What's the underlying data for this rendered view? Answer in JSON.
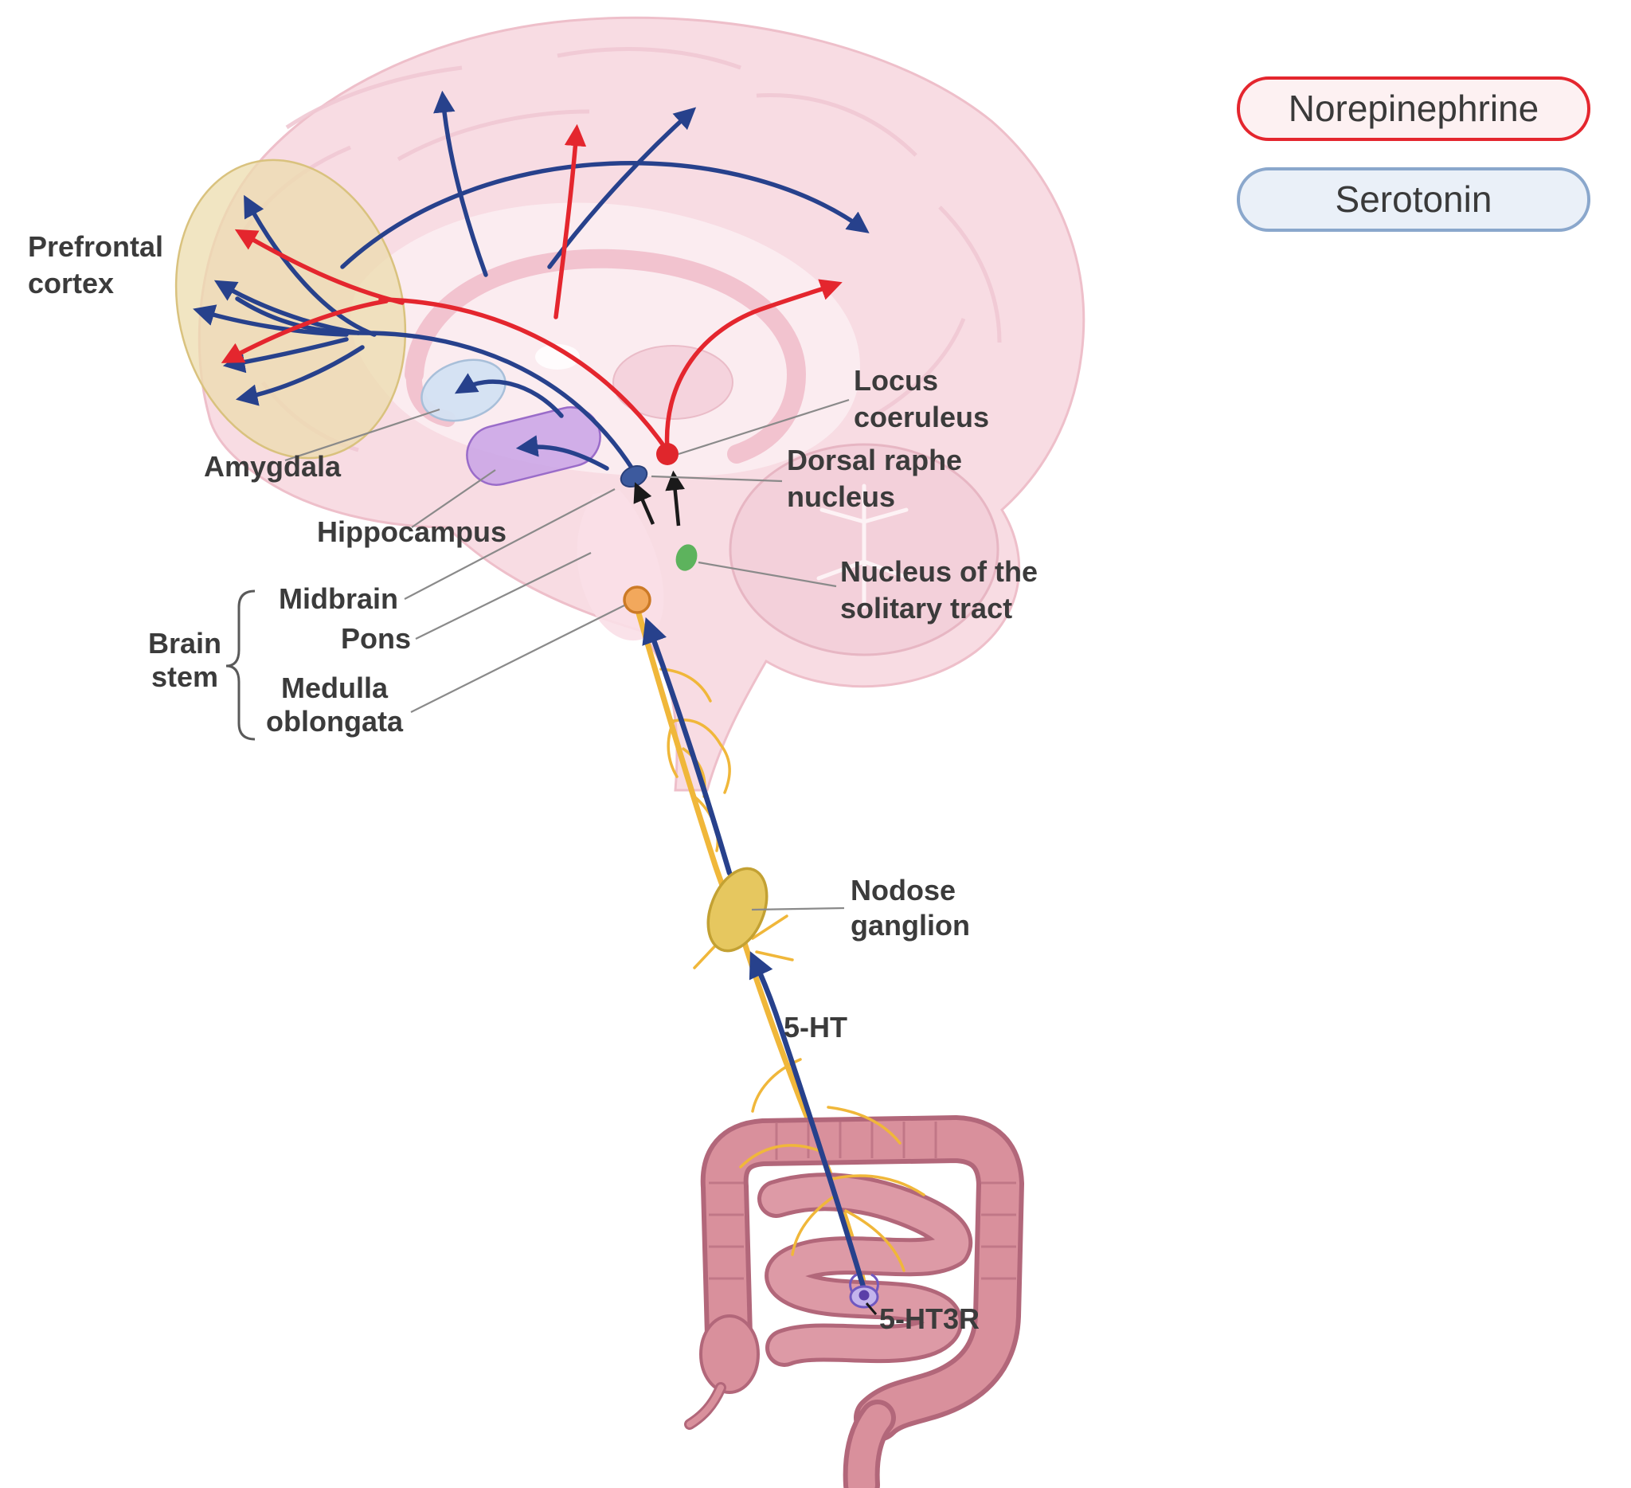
{
  "legend": {
    "items": [
      {
        "id": "norepinephrine",
        "label": "Norepinephrine"
      },
      {
        "id": "serotonin",
        "label": "Serotonin"
      }
    ]
  },
  "labels": {
    "prefrontal": [
      "Prefrontal",
      "cortex"
    ],
    "amygdala": "Amygdala",
    "hippocampus": "Hippocampus",
    "midbrain": "Midbrain",
    "pons": "Pons",
    "medulla": [
      "Medulla",
      "oblongata"
    ],
    "brain_stem": [
      "Brain",
      "stem"
    ],
    "locus_coeruleus": [
      "Locus",
      "coeruleus"
    ],
    "dorsal_raphe": [
      "Dorsal raphe",
      "nucleus"
    ],
    "solitary_tract": [
      "Nucleus of the",
      "solitary tract"
    ],
    "nodose": [
      "Nodose",
      "ganglion"
    ],
    "five_ht": "5-HT",
    "five_ht3r": "5-HT3R"
  },
  "colors": {
    "norepinephrine": "#e4262e",
    "norepinephrine_fill": "#fdf1f2",
    "serotonin": "#27418c",
    "serotonin_border": "#8aa7cc",
    "serotonin_fill": "#eaf0f8",
    "vagus": "#f0b73a",
    "brain_fill": "#f8dce3",
    "brain_stroke": "#eebfca",
    "brain_inner": "#fbecf0",
    "prefrontal_fill": "#ecdcae",
    "prefrontal_stroke": "#d9c27e",
    "amygdala_fill": "#d3e1f2",
    "amygdala_stroke": "#a8bfd9",
    "hippocampus_fill": "#c9a3e6",
    "hippocampus_stroke": "#9a6cc9",
    "locus_dot": "#e0262c",
    "raphe_dot": "#3d5a9e",
    "solitary_dot": "#5db35d",
    "medulla_dot_fill": "#f2a85c",
    "medulla_dot_stroke": "#cc7a26",
    "nodose_fill": "#e6c75f",
    "nodose_stroke": "#c3a133",
    "gut_fill": "#d9909c",
    "gut_stroke": "#b2677a",
    "small_intestine": "#dd9aa6",
    "receptor_fill": "#c3b4ec",
    "receptor_stroke": "#6f58c0",
    "receptor_core": "#5a3fa8",
    "label_text": "#3b3b3b",
    "pointer": "#8a8a8a",
    "black": "#1a1a1a"
  }
}
